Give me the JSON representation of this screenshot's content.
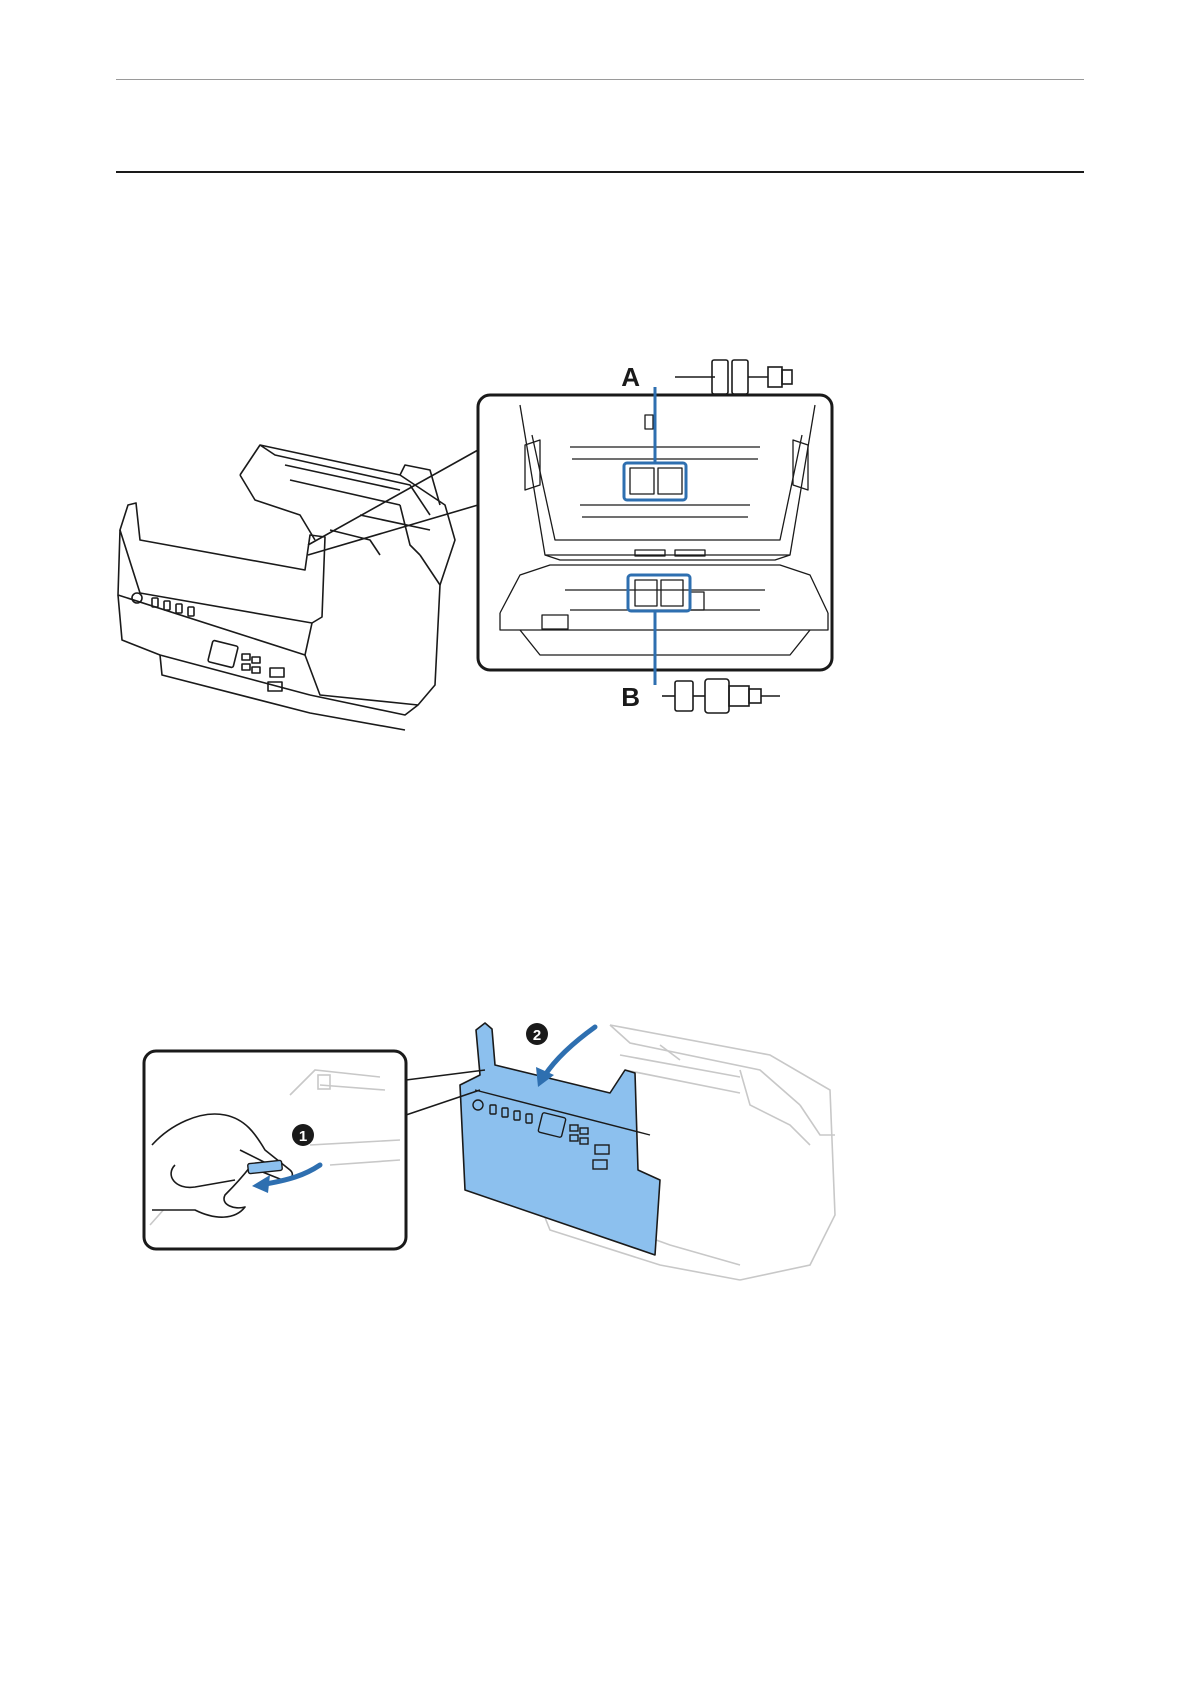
{
  "figure1": {
    "callout_a": "A",
    "callout_b": "B"
  },
  "figure2": {
    "step_1": "1",
    "step_2": "2"
  },
  "colors": {
    "accent_blue": "#2e6fb0",
    "cover_blue": "#8cc0ee",
    "line": "#1a1a1a",
    "ghost": "#c8c8c8"
  }
}
